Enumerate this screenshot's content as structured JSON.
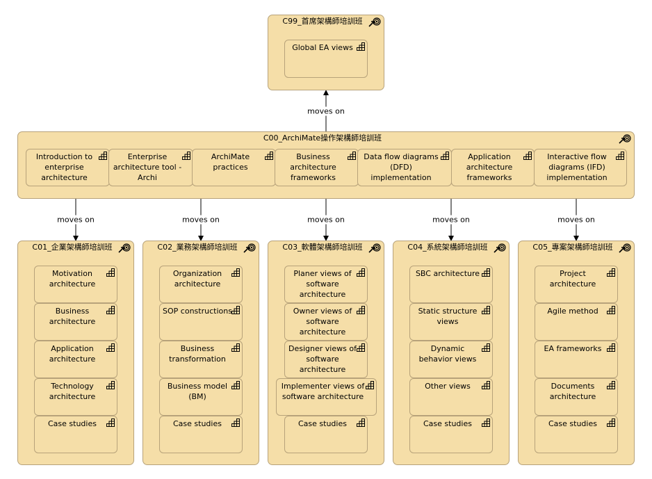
{
  "top": {
    "title": "C99_首席架構師培訓班",
    "items": [
      "Global EA views"
    ]
  },
  "core": {
    "title": "C00_ArchiMate操作架構師培訓班",
    "items": [
      "Introduction to enterprise architecture",
      "Enterprise architecture tool - Archi",
      "ArchiMate practices",
      "Business architecture frameworks",
      "Data flow diagrams (DFD) implementation",
      "Application architecture frameworks",
      "Interactive flow diagrams (IFD) implementation"
    ]
  },
  "connection_label": "moves on",
  "tracks": [
    {
      "title": "C01_企業架構師培訓班",
      "items": [
        "Motivation architecture",
        "Business architecture",
        "Application architecture",
        "Technology architecture",
        "Case studies"
      ]
    },
    {
      "title": "C02_業務架構師培訓班",
      "items": [
        "Organization architecture",
        "SOP constructions",
        "Business transformation",
        "Business model (BM)",
        "Case studies"
      ]
    },
    {
      "title": "C03_軟體架構師培訓班",
      "items": [
        "Planer views of software architecture",
        "Owner views of software architecture",
        "Designer views of software architecture",
        "Implementer views of software architecture",
        "Case studies"
      ]
    },
    {
      "title": "C04_系統架構師培訓班",
      "items": [
        "SBC architecture",
        "Static structure views",
        "Dynamic behavior views",
        "Other views",
        "Case studies"
      ]
    },
    {
      "title": "C05_專案架構師培訓班",
      "items": [
        "Project architecture",
        "Agile method",
        "EA frameworks",
        "Documents architecture",
        "Case studies"
      ]
    }
  ]
}
